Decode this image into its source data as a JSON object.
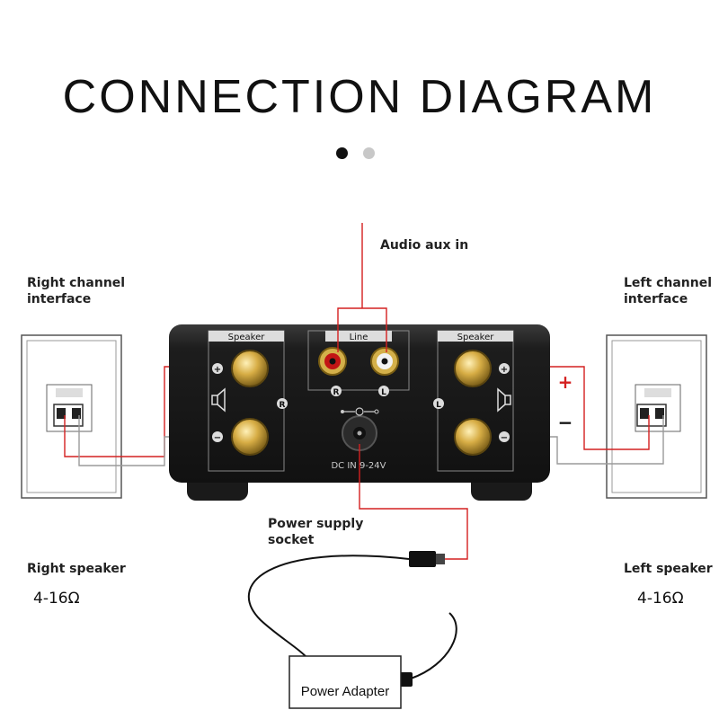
{
  "title": "CONNECTION DIAGRAM",
  "labels": {
    "audio_aux_in": "Audio aux in",
    "right_channel": [
      "Right channel",
      "interface"
    ],
    "left_channel": [
      "Left channel",
      "interface"
    ],
    "power_socket": [
      "Power supply",
      "socket"
    ],
    "right_speaker": "Right speaker",
    "left_speaker": "Left speaker",
    "right_impedance": "4-16Ω",
    "left_impedance": "4-16Ω",
    "power_adapter": "Power  Adapter"
  },
  "panel": {
    "speaker_left": "Speaker",
    "speaker_right": "Speaker",
    "line": "Line",
    "r": "R",
    "l": "L",
    "line_r": "R",
    "line_l": "L",
    "plus": "+",
    "minus": "−",
    "dc_in": "DC IN 9-24V"
  },
  "polarity": {
    "plus": "+",
    "minus": "−"
  },
  "colors": {
    "wire_red": "#d42020",
    "wire_gray": "#9a9a9a",
    "device": "#1a1a1a",
    "gold": "#c9a13a"
  }
}
